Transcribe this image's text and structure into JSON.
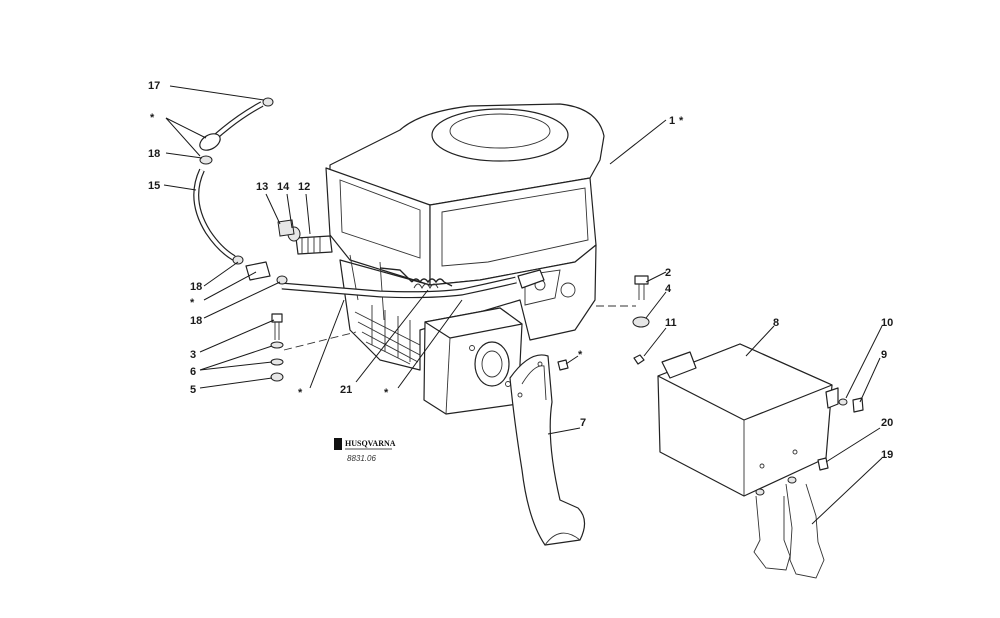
{
  "labels": {
    "l1": "1",
    "s1": "*",
    "l2": "2",
    "l3": "3",
    "l4": "4",
    "l5": "5",
    "l6": "6",
    "l7": "7",
    "l8": "8",
    "l9": "9",
    "l10": "10",
    "l11": "11",
    "l12": "12",
    "l13": "13",
    "l14": "14",
    "l15": "15",
    "l17": "17",
    "l18a": "18",
    "l18b": "18",
    "l18c": "18",
    "l19": "19",
    "l20": "20",
    "l21": "21",
    "star_hose_top": "*",
    "star_mid_left": "*",
    "star_bottom_left": "*",
    "star_center": "*",
    "star_screw": "*"
  },
  "logo": {
    "brand": "HUSQVARNA",
    "drawing_code": "8831.06"
  }
}
